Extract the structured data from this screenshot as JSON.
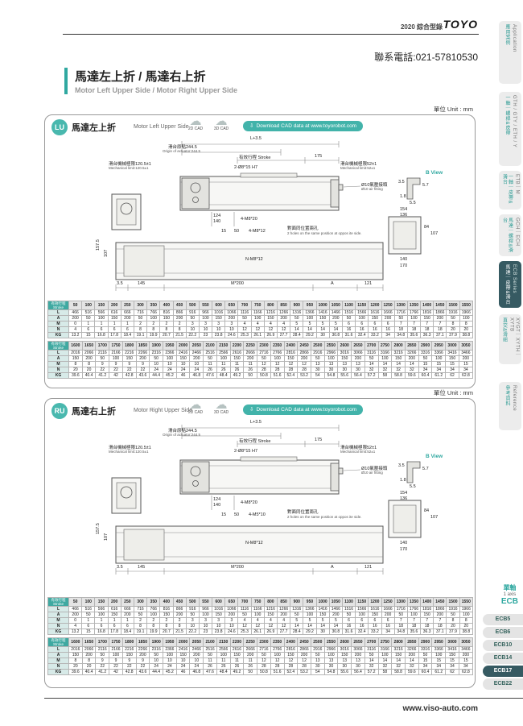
{
  "header": {
    "catalog": "2020 綜合型錄",
    "brand": "TOYO",
    "phone": "聯系電話:021-57810530",
    "title_zh": "馬達左上折 / 馬達右上折",
    "title_en": "Motor Left Upper Side / Motor Right Upper Side"
  },
  "footer": {
    "url": "www.viso-auto.com"
  },
  "sidebar": {
    "items": [
      {
        "zh": "應用案例",
        "en": "Application"
      },
      {
        "zh": "一軸｜螺桿&皮帶",
        "en": "GTH / GTY / ETH / Y"
      },
      {
        "zh": "一軸｜皮帶&滑台",
        "en": "ETB｜M"
      },
      {
        "zh": "馬達｜螺桿&滑台",
        "en": "GCH｜ECH"
      },
      {
        "zh": "馬達｜皮帶&滑台",
        "en": "ECB Series"
      },
      {
        "zh": "直交&滑組",
        "en": "XYGT｜XYTH｜XYTB"
      },
      {
        "zh": "參考資料",
        "en": "Reference"
      }
    ]
  },
  "ecb_nav": {
    "group_zh": "單軸",
    "group_en": "1 axis",
    "group_model": "ECB",
    "items": [
      "ECB5",
      "ECB6",
      "ECB10",
      "ECB14",
      "ECB17",
      "ECB22"
    ],
    "active": "ECB17"
  },
  "panels": {
    "cad2d": "2D CAD",
    "cad3d": "3D CAD",
    "cloud_icon": "☁",
    "download_icon": "⇩",
    "download": "Download CAD data at www.toyorobot.com",
    "lu": {
      "badge": "LU",
      "title_zh": "馬達左上折",
      "title_en": "Motor Left Upper Side",
      "unit": "單位 Unit : mm",
      "bolt2": "4-M8*12"
    },
    "ru": {
      "badge": "RU",
      "title_zh": "馬達右上折",
      "title_en": "Motor Right Upper Side",
      "unit": "單位 Unit : mm",
      "bolt2": "4-M5*10"
    }
  },
  "drawing": {
    "len_total": "L+3.5",
    "origin_zh": "滑台原點244.5",
    "origin_en": "Origin of actuator:244.5",
    "stroke_label": "有效行程 Stroke",
    "stroke_val": "175",
    "limit_left_zh": "滑台機械極限120.5±1",
    "limit_left_en": "Mechanical limit:120.5±1",
    "holes": "2-Ø8*15 H7",
    "limit_right_zh": "滑台機械極限52±1",
    "limit_right_en": "Mechanical limit:52±1",
    "air_zh": "Ø10氣壓接頭",
    "air_en": "Ø10 air fitting",
    "b_view": "B View",
    "bv_a": "3.5",
    "bv_b": "5.7",
    "bv_c": "1.8",
    "bv_d": "5.5",
    "d124": "124",
    "d140": "140",
    "bolt_top": "4-M8*20",
    "d15": "15",
    "d50": "50",
    "opp_zh": "對面同位置兩孔",
    "opp_en": "2 holes on the same position at oppos ite side.",
    "d154": "154",
    "d136": "136",
    "d84": "84",
    "d107r": "107",
    "d140b": "140",
    "d170": "170",
    "d1575": "157.5",
    "d107l": "107",
    "n_holes": "N-M8*12",
    "b35": "3.5",
    "b145": "145",
    "bm200": "M*200",
    "bA": "A",
    "b121": "121"
  },
  "tables": {
    "t1": {
      "corner_zh": "有效行程",
      "corner_en": "Stroke",
      "columns": [
        50,
        100,
        150,
        200,
        250,
        300,
        350,
        400,
        450,
        500,
        550,
        600,
        650,
        700,
        750,
        800,
        850,
        900,
        950,
        1000,
        1050,
        1100,
        1150,
        1200,
        1250,
        1300,
        1350,
        1400,
        1450,
        1500,
        1550
      ],
      "rows": [
        {
          "label": "L",
          "values": [
            466,
            516,
            566,
            616,
            666,
            716,
            766,
            816,
            866,
            916,
            966,
            1016,
            1066,
            1116,
            1166,
            1216,
            1266,
            1316,
            1366,
            1416,
            1466,
            1516,
            1566,
            1616,
            1666,
            1716,
            1766,
            1816,
            1866,
            1916,
            1966
          ]
        },
        {
          "label": "A",
          "values": [
            200,
            50,
            100,
            150,
            200,
            50,
            100,
            150,
            200,
            50,
            100,
            150,
            200,
            50,
            100,
            150,
            200,
            50,
            100,
            150,
            200,
            50,
            100,
            150,
            200,
            50,
            100,
            150,
            200,
            50,
            100
          ]
        },
        {
          "label": "M",
          "values": [
            0,
            1,
            1,
            1,
            1,
            2,
            2,
            2,
            2,
            3,
            3,
            3,
            3,
            4,
            4,
            4,
            4,
            5,
            5,
            5,
            5,
            6,
            6,
            6,
            6,
            7,
            7,
            7,
            7,
            8,
            8
          ]
        },
        {
          "label": "N",
          "values": [
            4,
            6,
            6,
            6,
            6,
            8,
            8,
            8,
            8,
            10,
            10,
            10,
            10,
            12,
            12,
            12,
            12,
            14,
            14,
            14,
            14,
            16,
            16,
            16,
            16,
            18,
            18,
            18,
            18,
            20,
            20
          ]
        },
        {
          "label": "KG",
          "values": [
            13.2,
            15,
            16.8,
            17.8,
            18.4,
            19.1,
            19.9,
            20.7,
            21.5,
            22.2,
            23,
            23.8,
            24.6,
            25.3,
            26.1,
            26.9,
            27.7,
            28.4,
            29.2,
            30,
            30.8,
            31.6,
            32.4,
            33.2,
            34,
            34.8,
            35.6,
            36.3,
            37.1,
            37.9,
            38.8
          ]
        }
      ]
    },
    "t2": {
      "corner_zh": "有效行程",
      "corner_en": "Stroke",
      "columns": [
        1600,
        1650,
        1700,
        1750,
        1800,
        1850,
        1900,
        1950,
        2000,
        2050,
        2100,
        2150,
        2200,
        2250,
        2300,
        2350,
        2400,
        2450,
        2500,
        2550,
        2600,
        2650,
        2700,
        2750,
        2800,
        2850,
        2900,
        2950,
        3000,
        3050
      ],
      "rows": [
        {
          "label": "L",
          "values": [
            2016,
            2066,
            2116,
            2166,
            2216,
            2266,
            2316,
            2366,
            2416,
            2466,
            2516,
            2566,
            2616,
            2666,
            2716,
            2766,
            2816,
            2866,
            2916,
            2966,
            3016,
            3066,
            3116,
            3166,
            3216,
            3266,
            3316,
            3366,
            3416,
            3466
          ]
        },
        {
          "label": "A",
          "values": [
            150,
            200,
            50,
            100,
            150,
            200,
            50,
            100,
            150,
            200,
            50,
            100,
            150,
            200,
            50,
            100,
            150,
            200,
            50,
            100,
            150,
            200,
            50,
            100,
            150,
            200,
            50,
            100,
            150,
            200
          ]
        },
        {
          "label": "M",
          "values": [
            8,
            8,
            9,
            9,
            9,
            9,
            10,
            10,
            10,
            10,
            11,
            11,
            11,
            11,
            12,
            12,
            12,
            12,
            13,
            13,
            13,
            13,
            14,
            14,
            14,
            14,
            15,
            15,
            15,
            15
          ]
        },
        {
          "label": "N",
          "values": [
            20,
            20,
            22,
            22,
            22,
            22,
            24,
            24,
            24,
            24,
            26,
            26,
            26,
            26,
            28,
            28,
            28,
            28,
            30,
            30,
            30,
            30,
            32,
            32,
            32,
            32,
            34,
            34,
            34,
            34
          ]
        },
        {
          "label": "KG",
          "values": [
            39.6,
            40.4,
            41.2,
            42,
            42.8,
            43.6,
            44.4,
            45.2,
            46,
            46.8,
            47.6,
            48.4,
            49.2,
            50,
            50.8,
            51.6,
            52.4,
            53.2,
            54,
            54.8,
            55.6,
            56.4,
            57.2,
            58,
            58.8,
            59.6,
            60.4,
            61.2,
            62,
            62.8
          ]
        }
      ]
    }
  }
}
